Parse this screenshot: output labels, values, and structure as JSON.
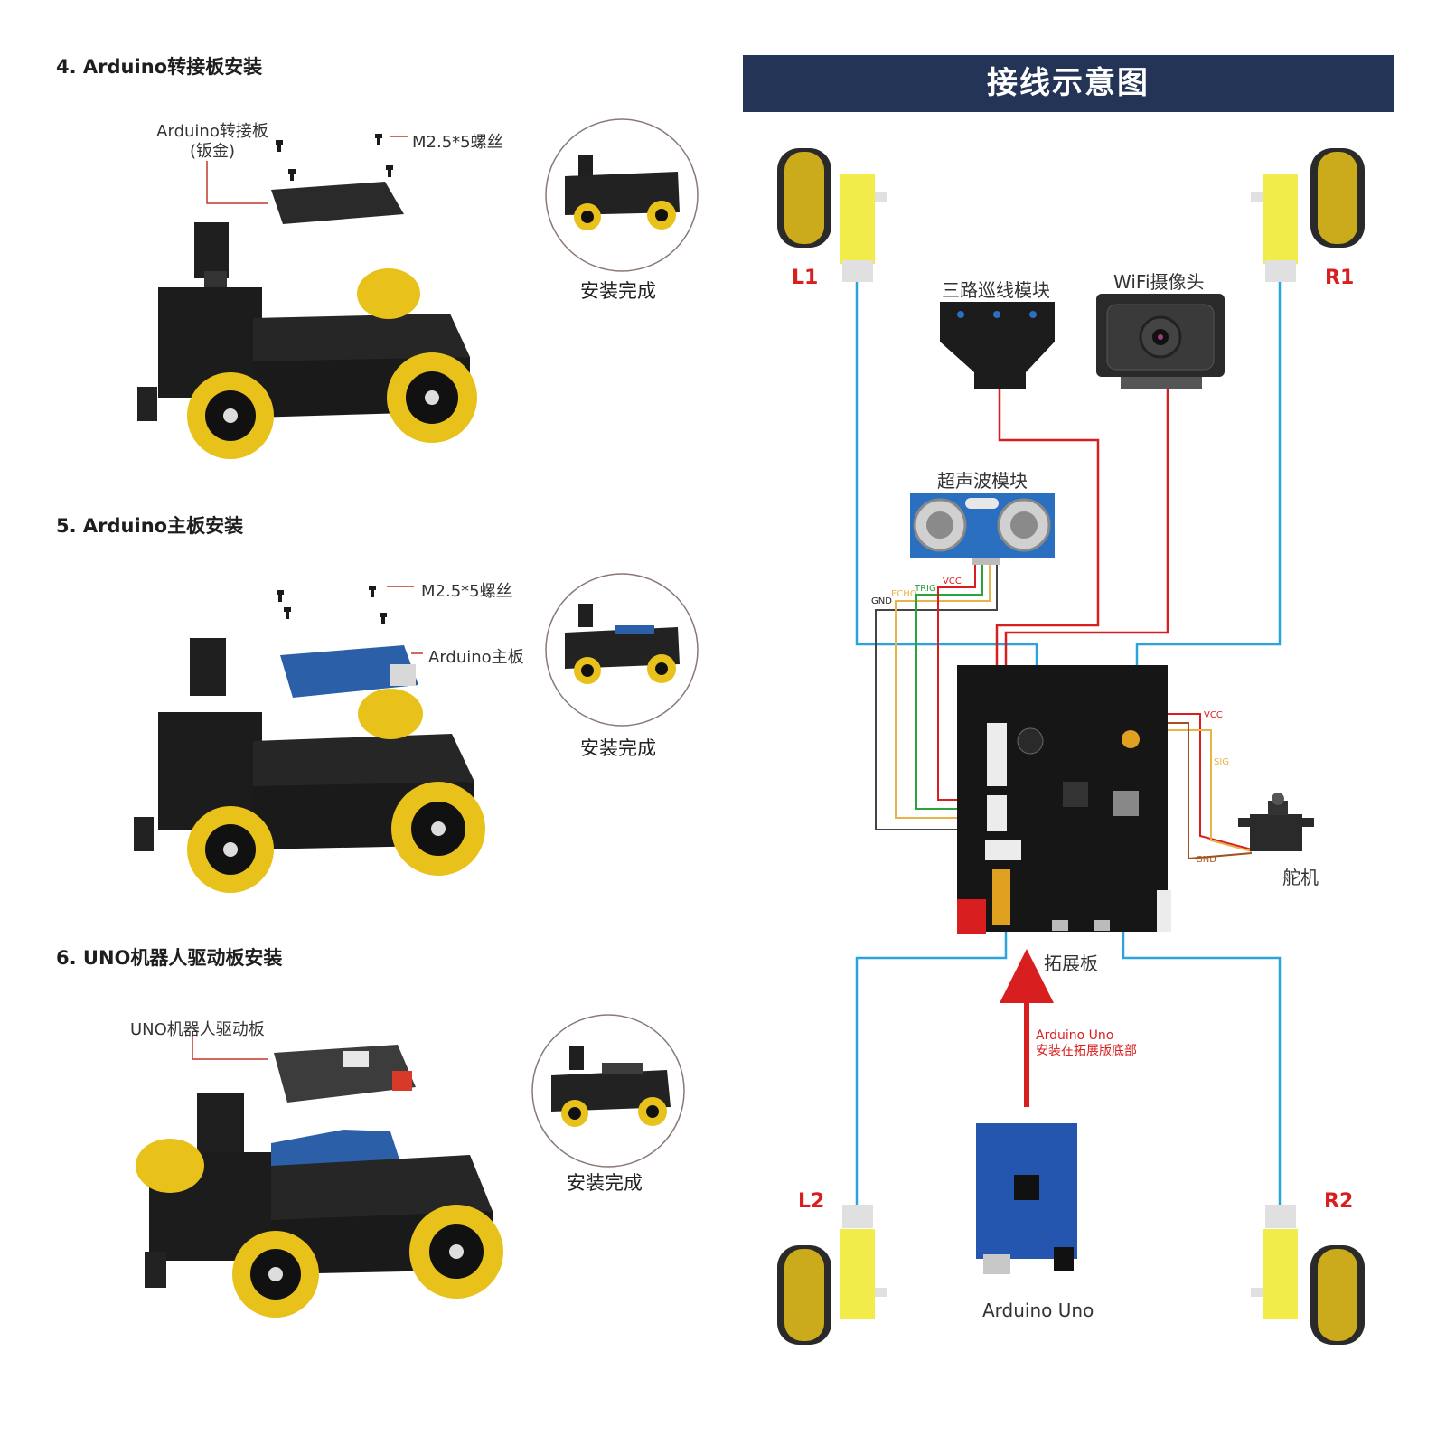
{
  "left": {
    "steps": [
      {
        "title": "4. Arduino转接板安装",
        "callouts": [
          "Arduino转接板\n(钣金)",
          "M2.5*5螺丝"
        ],
        "done": "安装完成"
      },
      {
        "title": "5. Arduino主板安装",
        "callouts": [
          "M2.5*5螺丝",
          "Arduino主板"
        ],
        "done": "安装完成"
      },
      {
        "title": "6. UNO机器人驱动板安装",
        "callouts": [
          "UNO机器人驱动板"
        ],
        "done": "安装完成"
      }
    ]
  },
  "wiring": {
    "title": "接线示意图",
    "motors": [
      "L1",
      "R1",
      "L2",
      "R2"
    ],
    "modules": {
      "line_tracker": "三路巡线模块",
      "camera": "WiFi摄像头",
      "ultrasonic": "超声波模块",
      "servo": "舵机",
      "expansion_board": "拓展板",
      "arduino": "Arduino Uno"
    },
    "ultrasonic_pins": [
      "GND",
      "ECHO",
      "TRIG",
      "VCC"
    ],
    "servo_pins": [
      "VCC",
      "SIG",
      "GND"
    ],
    "arrow_note": [
      "Arduino Uno",
      "安装在拓展版底部"
    ],
    "colors": {
      "banner": "#233457",
      "motor_wire": "#2aa3df",
      "red_wire": "#d81e1e",
      "wheel": "#e8c21a",
      "gear_motor": "#f2ec4a",
      "ultrasonic_board": "#2a6fc0"
    }
  }
}
